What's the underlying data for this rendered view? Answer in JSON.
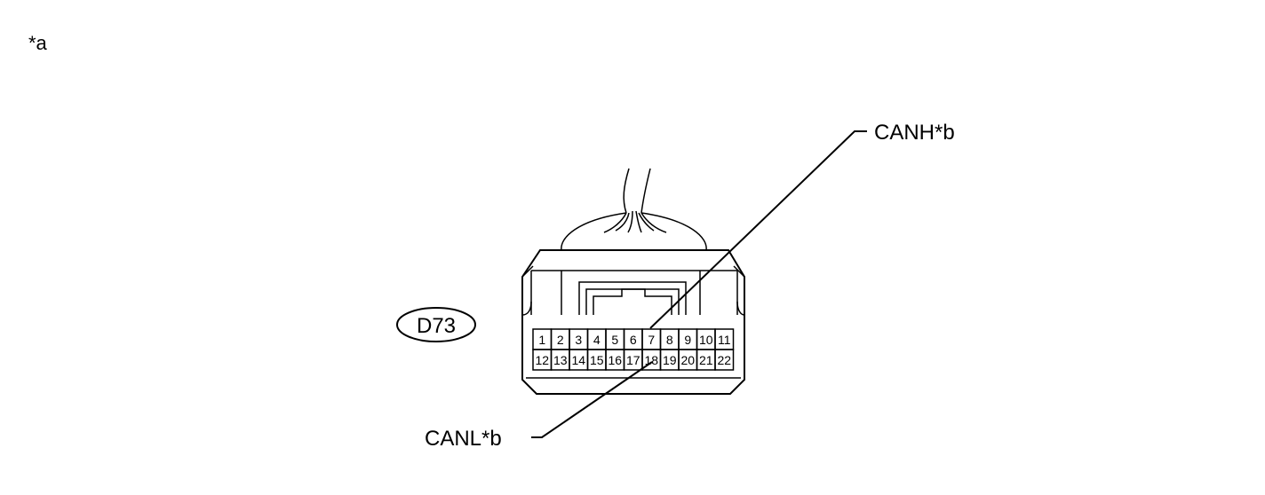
{
  "labels": {
    "corner": "*a",
    "canh": "CANH*b",
    "canl": "CANL*b",
    "connector_code": "D73"
  },
  "connector": {
    "pin_rows": [
      [
        "1",
        "2",
        "3",
        "4",
        "5",
        "6",
        "7",
        "8",
        "9",
        "10",
        "11"
      ],
      [
        "12",
        "13",
        "14",
        "15",
        "16",
        "17",
        "18",
        "19",
        "20",
        "21",
        "22"
      ]
    ]
  },
  "callouts": [
    {
      "label_key": "canh",
      "pin": "7"
    },
    {
      "label_key": "canl",
      "pin": "18"
    }
  ]
}
